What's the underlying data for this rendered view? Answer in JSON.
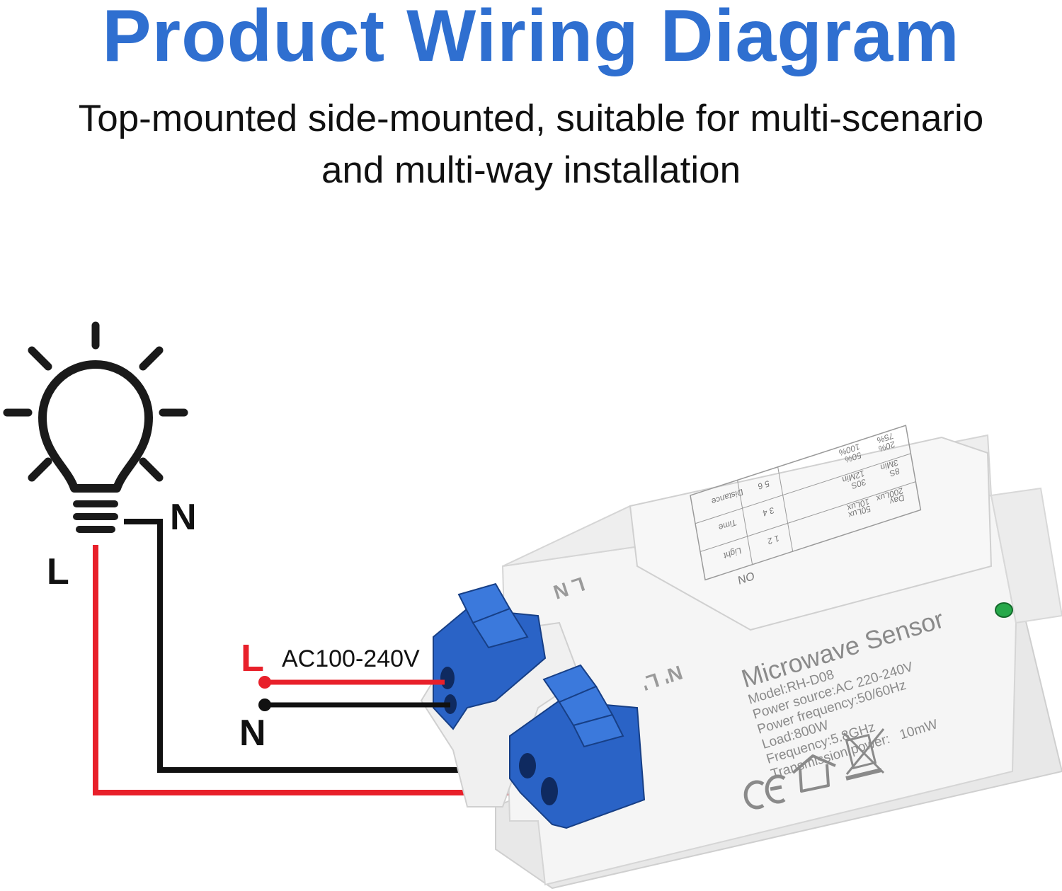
{
  "header": {
    "title": "Product Wiring Diagram",
    "subtitle_line1": "Top-mounted side-mounted, suitable for multi-scenario",
    "subtitle_line2": "and multi-way installation"
  },
  "colors": {
    "title": "#2f6fd0",
    "live_wire": "#e8202a",
    "neutral_wire": "#111111",
    "terminal_blue": "#2a63c6",
    "housing": "#f3f3f3",
    "led": "#27a84a"
  },
  "icons": [
    "light-bulb-icon",
    "ce-mark-icon",
    "indoor-use-icon",
    "weee-bin-icon"
  ],
  "labels": {
    "lamp_neutral": "N",
    "lamp_live": "L",
    "supply_live": "L",
    "supply_neutral": "N",
    "supply_voltage": "AC100-240V",
    "output_terminal": "L N",
    "input_terminal": "N' L'"
  },
  "device": {
    "name": "Microwave Sensor",
    "model": "Model:RH-D08",
    "power_source": "Power source:AC 220-240V",
    "power_frequency": "Power frequency:50/60Hz",
    "load": "Load:800W",
    "frequency": "Frequency:5.8GHz",
    "transmission_power": "Transmission power:",
    "transmission_value": "10mW",
    "dip_on": "ON",
    "dip_row_light": "Light",
    "dip_row_time": "Time",
    "dip_row_distance": "Distance",
    "dip_pins_12": "1 2",
    "dip_pins_34": "3 4",
    "dip_pins_56": "5 6",
    "light_opts": [
      "Day",
      "50Lux",
      "200Lux",
      "10Lux"
    ],
    "time_opts": [
      "8S",
      "30S",
      "3Min",
      "12Min"
    ],
    "distance_opts": [
      "20%",
      "50%",
      "75%",
      "100%"
    ]
  }
}
